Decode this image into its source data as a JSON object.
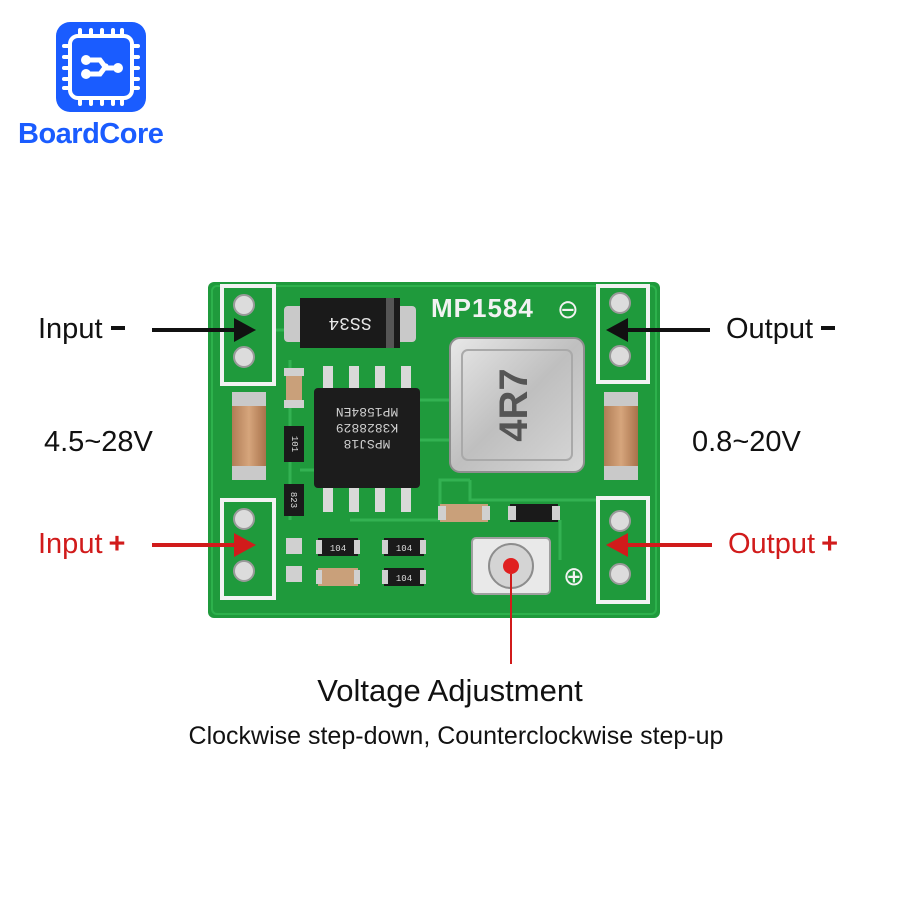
{
  "brand": {
    "name": "BoardCore",
    "color": "#1a5cff"
  },
  "board": {
    "chip_label": "MP1584",
    "inductor_label": "4R7",
    "diode_label": "SS34",
    "ic_lines": [
      "MP1584EN",
      "K3828829",
      "MPSJ18"
    ],
    "resistor_labels": [
      "101",
      "823",
      "104",
      "104",
      "104"
    ],
    "minus_symbol": "⊖",
    "plus_symbol": "⊕",
    "board_color": "#1f9a3c"
  },
  "labels": {
    "input_minus": "Input",
    "input_range": "4.5~28V",
    "input_plus": "Input",
    "output_minus": "Output",
    "output_range": "0.8~20V",
    "output_plus": "Output",
    "plus_sign": "+"
  },
  "caption": {
    "title": "Voltage Adjustment",
    "subtitle": "Clockwise step-down, Counterclockwise step-up"
  },
  "colors": {
    "arrow_black": "#111111",
    "arrow_red": "#d11b1b"
  }
}
